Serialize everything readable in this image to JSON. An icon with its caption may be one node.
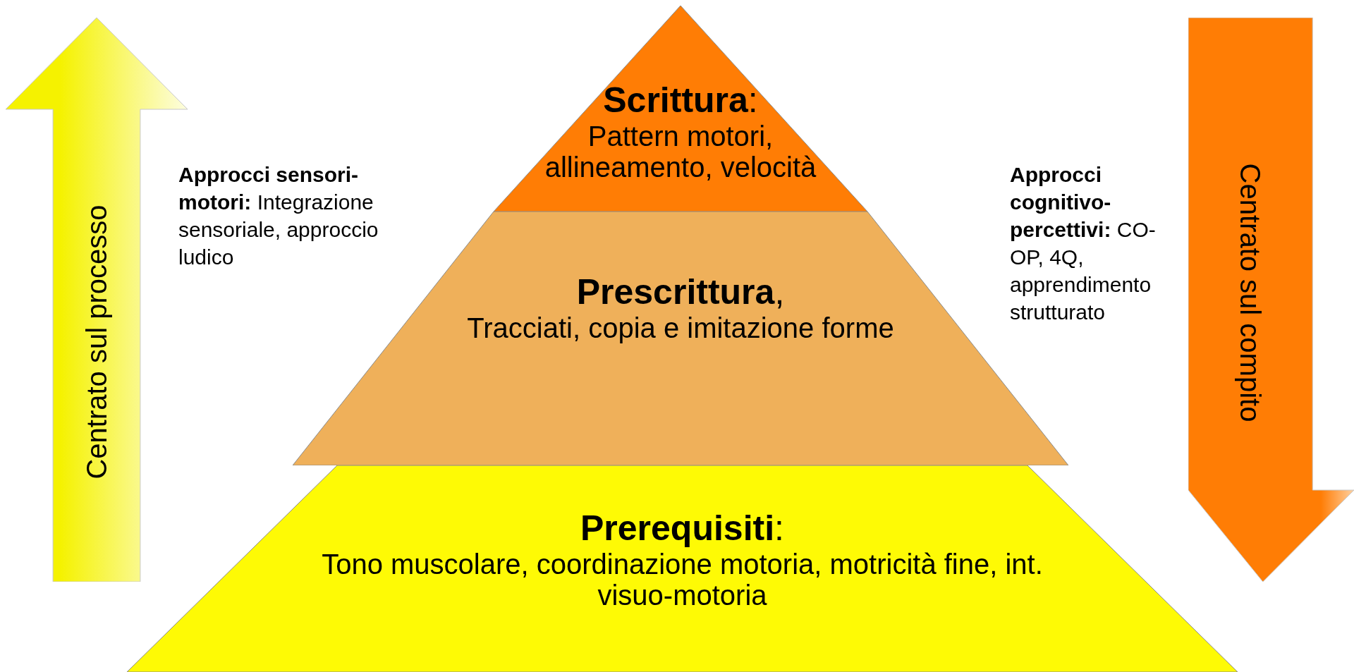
{
  "diagram": {
    "nodes": [
      {
        "text": [
          "**Scrittura**:",
          "Pattern motori, allineamento, velocità"
        ]
      },
      {
        "text": [
          "**Prescrittura**,",
          "Tracciati, copia e imitazione forme"
        ]
      },
      {
        "text": [
          "**Prerequisiti**:",
          "Tono muscolare, coordinazione motoria, motricità fine, int. visuo-motoria"
        ]
      },
      {
        "text": [
          "Centrato sul processo"
        ]
      },
      {
        "text": [
          "Centrato sul compito"
        ]
      }
    ],
    "labels": [
      "**Approcci sensori-motori:** Integrazione sensoriale, approccio ludico",
      "**Approcci cognitivo-percettivi:** CO-OP, 4Q, apprendimento strutturato"
    ]
  }
}
